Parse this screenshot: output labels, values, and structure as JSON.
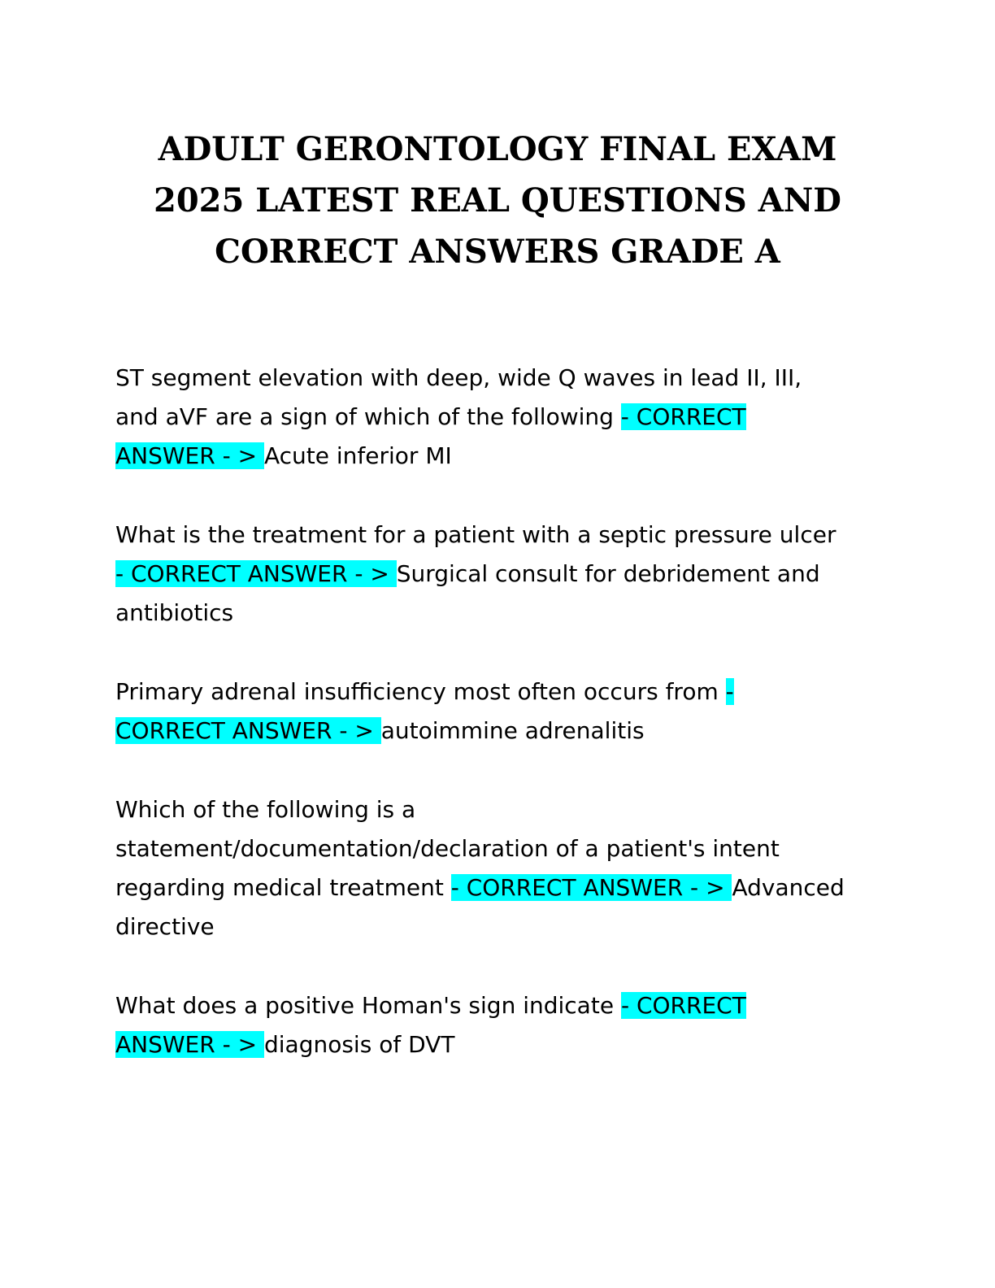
{
  "title": {
    "lines": [
      "ADULT GERONTOLOGY FINAL EXAM",
      "2025 LATEST REAL QUESTIONS AND",
      "CORRECT ANSWERS GRADE A"
    ]
  },
  "highlight_color": "#00ffff",
  "qa": [
    {
      "l1": "ST segment elevation with deep, wide Q waves in lead II, III,",
      "l2_text": "and aVF are a sign of which of the following ",
      "l2_hl": " - CORRECT",
      "l3_hl": "ANSWER - > ",
      "l3_text": "Acute inferior MI"
    },
    {
      "l1": "What is the treatment for a patient with a septic pressure ulcer",
      "l2_hl": "- CORRECT ANSWER - > ",
      "l2_text": "Surgical consult for debridement and",
      "l3": "antibiotics"
    },
    {
      "l1_text": "Primary adrenal insufficiency most often occurs from ",
      "l1_hl": " -",
      "l2_hl": "CORRECT ANSWER - > ",
      "l2_text": "autoimmine adrenalitis"
    },
    {
      "l1": "Which of the following is a",
      "l2": "statement/documentation/declaration of a patient's intent",
      "l3_text": "regarding medical treatment ",
      "l3_hl": " - CORRECT ANSWER - > ",
      "l3_answer": "Advanced",
      "l4": "directive"
    },
    {
      "l1_text": "What does a positive Homan's sign indicate ",
      "l1_hl": " - CORRECT",
      "l2_hl": "ANSWER - > ",
      "l2_text": "diagnosis of DVT"
    }
  ]
}
